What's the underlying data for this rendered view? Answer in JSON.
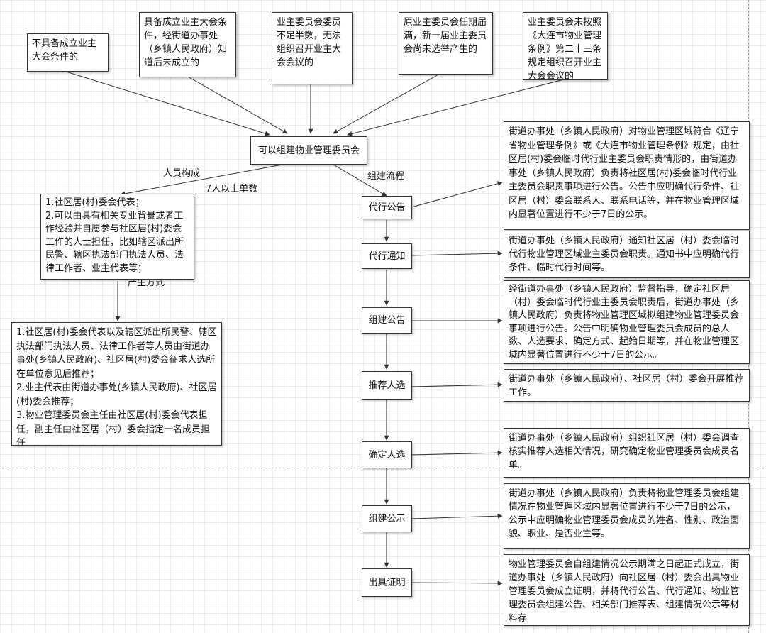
{
  "conditions": [
    "不具备成立业主大会条件的",
    "具备成立业主大会条件，经街道办事处（乡镇人民政府）知道后未成立的",
    "业主委员会委员不足半数，无法组织召开业主大会会议的",
    "原业主委员会任期届满，新一届业主委员会尚未选举产生的",
    "业主委员会未按照《大连市物业管理条例》第二十三条规定组织召开业主大会会议的"
  ],
  "central": "可以组建物业管理委员会",
  "labels": {
    "members": "人员构成",
    "min_count": "7人以上单数",
    "process": "组建流程",
    "method": "产生方式"
  },
  "composition": "1.社区居(村)委会代表；\n2.可以由具有相关专业背景或者工作经验并自愿参与社区居(村)委会工作的人士担任，比如辖区派出所民警、辖区执法部门执法人员、法律工作者、业主代表等；",
  "selection": "1.社区居(村)委会代表以及辖区派出所民警、辖区执法部门执法人员、法律工作者等人员由街道办事处(乡镇人民政府)、社区居(村)委会征求人选所在单位意见后推荐；\n2.业主代表由街道办事处(乡镇人民政府)、社区居(村)委会推荐；\n3.物业管理委员会主任由社区居(村)委会代表担任，副主任由社区居（村）委会指定一名成员担任",
  "steps": [
    {
      "name": "代行公告",
      "desc": "街道办事处（乡镇人民政府）对物业管理区域符合《辽宁省物业管理条例》或《大连市物业管理条例》规定，由社区居(村)委会临时代行业主委员会职责情形的，由街道办事处（乡镇人民政府）负责将社区居(村)委会临时代行业主委员会职责事项进行公告。公告中应明确代行条件、社区居（村）委会联系人、联系电话等，并在物业管理区域内显著位置进行不少于7日的公示。"
    },
    {
      "name": "代行通知",
      "desc": "街道办事处（乡镇人民政府）通知社区居（村）委会临时代行物业管理区域业主委员会职责。通知书中应明确代行条件、临时代行时间等。"
    },
    {
      "name": "组建公告",
      "desc": "经街道办事处（乡镇人民政府）监督指导，确定社区居（村）委会临时代行业主委员会职责后，街道办事处（乡镇人民政府）负责将物业管理区域拟组建物业管理委员会事项进行公告。公告中明确物业管理委员会成员的总人数、人选要求、确定方式、起始日期等，并在物业管理区域内显著位置进行不少于7日的公示。"
    },
    {
      "name": "推荐人选",
      "desc": "街道办事处（乡镇人民政府）、社区居（村）委会开展推荐工作。"
    },
    {
      "name": "确定人选",
      "desc": "街道办事处（乡镇人民政府）组织社区居（村）委会调查核实推荐人选相关情况，研究确定物业管理委员会成员名单。"
    },
    {
      "name": "组建公示",
      "desc": "街道办事处（乡镇人民政府）负责将物业管理委员会组建情况在物业管理区域内显著位置进行不少于7日的公示，公示中应明确物业管理委员会成员的姓名、性别、政治面貌、职业、是否业主等。"
    },
    {
      "name": "出具证明",
      "desc": "物业管理委员会自组建情况公示期满之日起正式成立，街道办事处（乡镇人民政府）向社区居（村）委会出具物业管理委员会成立证明，并将代行公告、代行通知、物业管理委员会组建公告、相关部门推荐表、组建情况公示等材料存"
    }
  ]
}
